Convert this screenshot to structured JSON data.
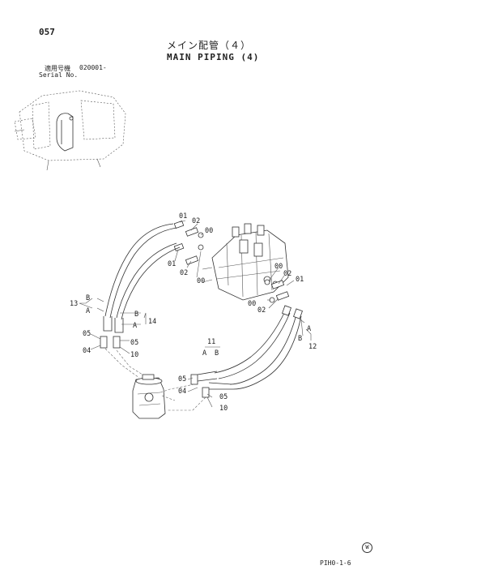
{
  "header": {
    "page_number": "057",
    "title_jp": "メイン配管（４）",
    "title_en": "MAIN PIPING (4)",
    "serial_label_jp": "適用号機",
    "serial_range": "020001-",
    "serial_label_en": "Serial No."
  },
  "footer": {
    "doc_code": "PIH0-1-6",
    "mark": "W"
  },
  "callouts": {
    "c01a": "01",
    "c02a": "02",
    "c00a": "00",
    "c01b": "01",
    "c02b": "02",
    "c00b": "00",
    "c00c": "00",
    "c02c": "02",
    "c01c": "01",
    "c00d": "00",
    "c02d": "02",
    "c13": "13",
    "cB13": "B",
    "cA13": "A",
    "cB14": "B",
    "c14": "14",
    "cA14": "A",
    "c05a": "05",
    "c04a": "04",
    "c05b": "05",
    "c10a": "10",
    "c11": "11",
    "cA11": "A",
    "cB11": "B",
    "cA12": "A",
    "cB12": "B",
    "c12": "12",
    "c05c": "05",
    "c04b": "04",
    "c05d": "05",
    "c10b": "10"
  }
}
